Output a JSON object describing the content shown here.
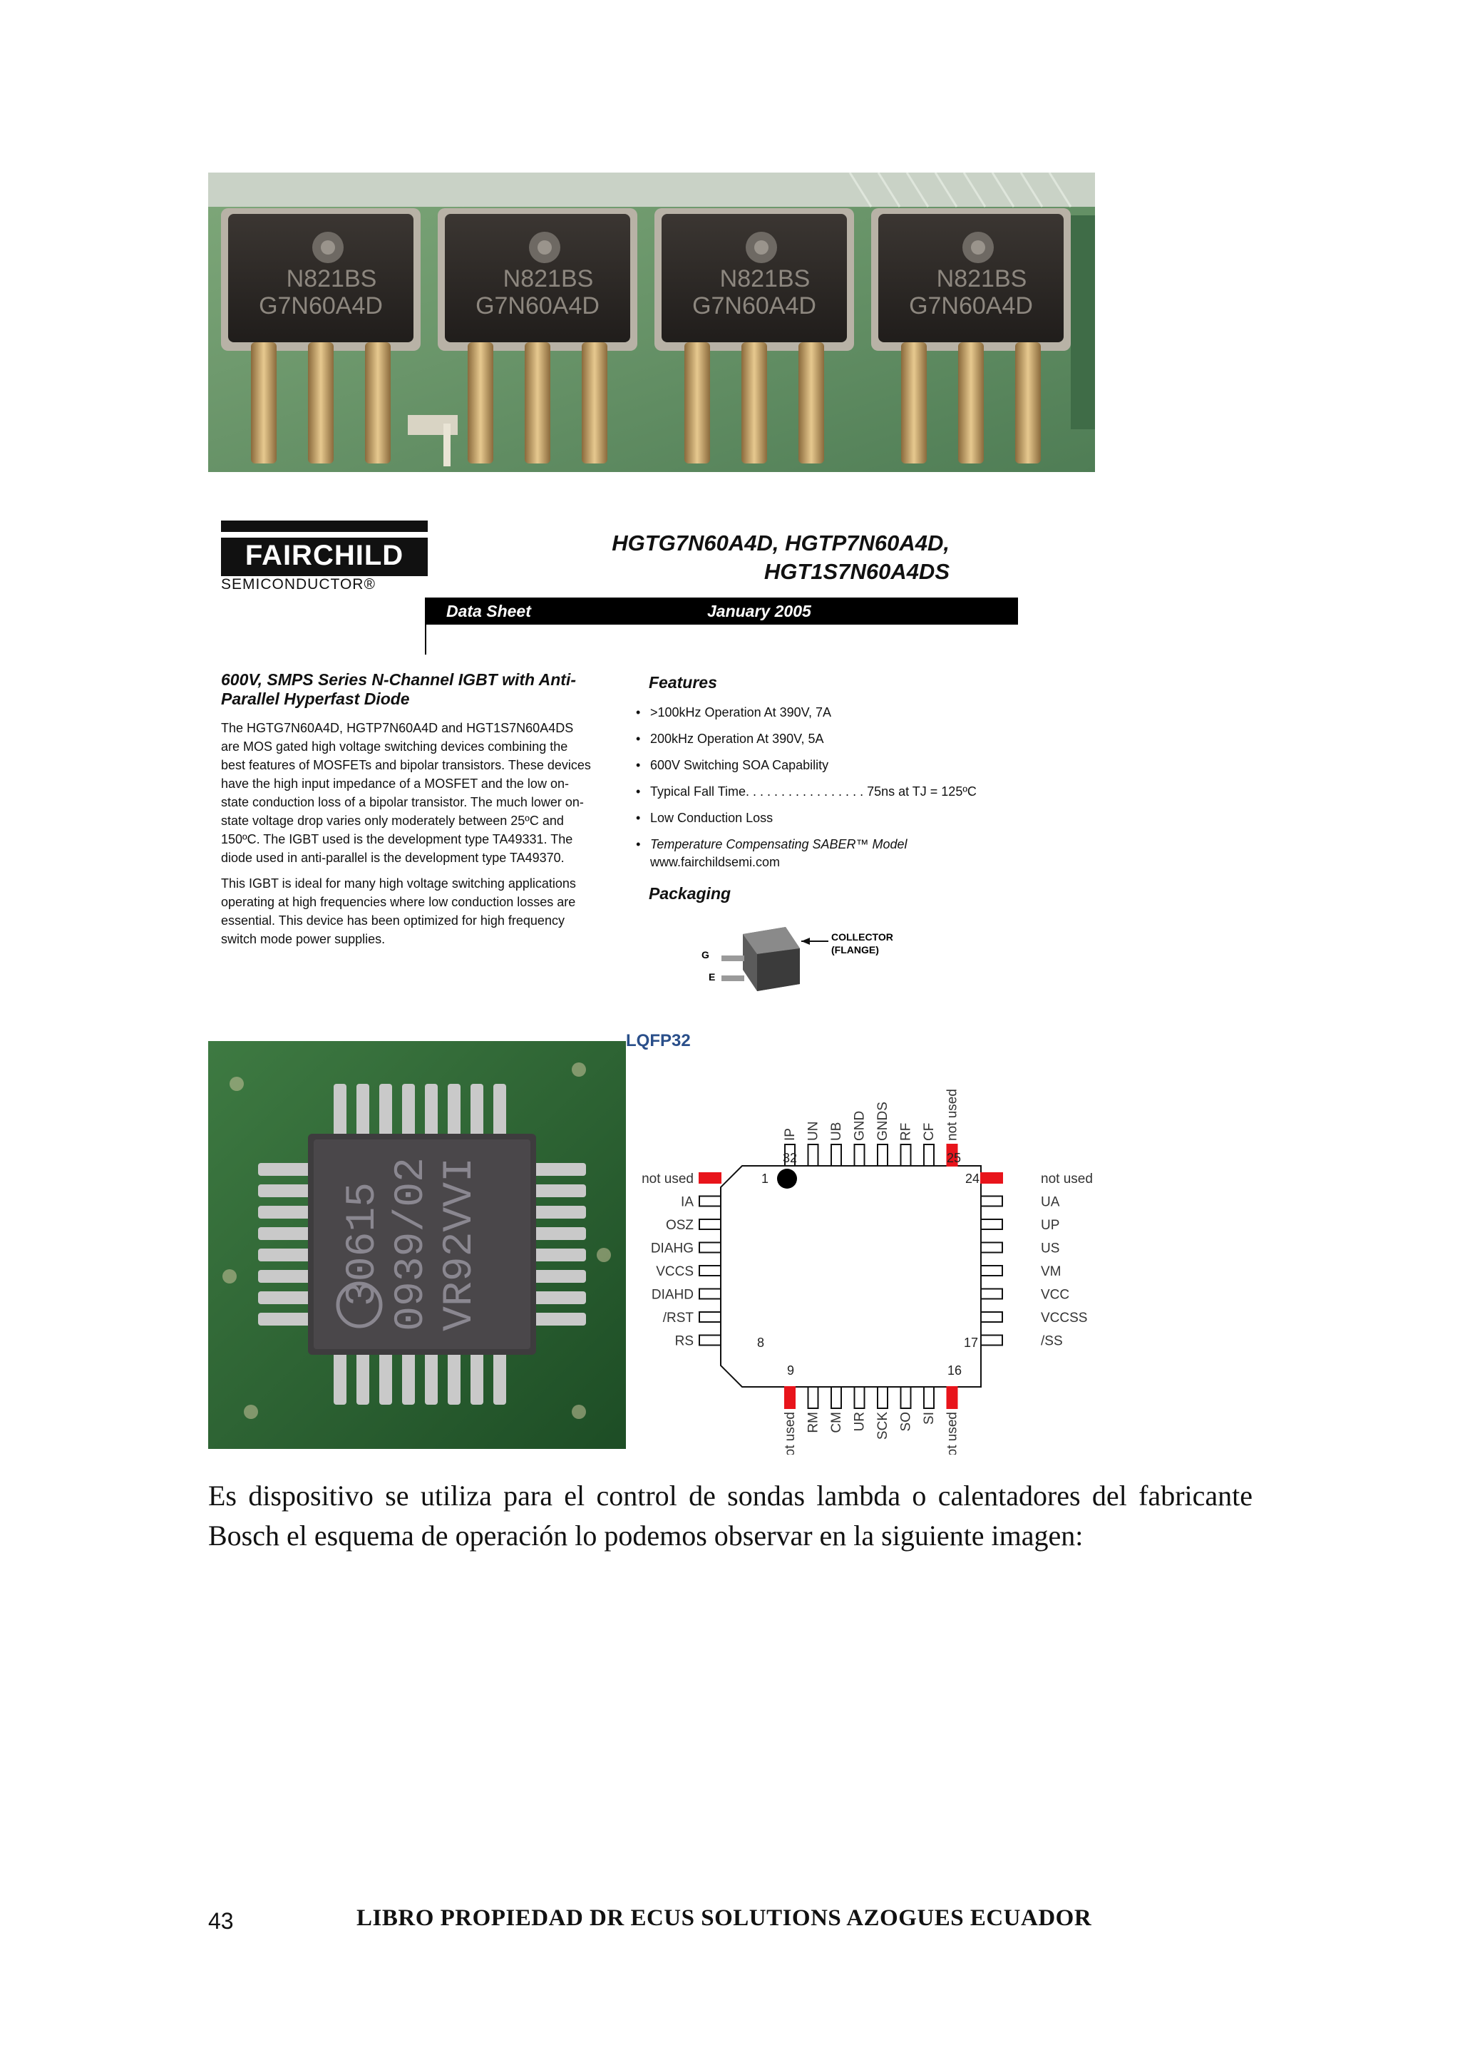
{
  "datasheet": {
    "logo_brand": "FAIRCHILD",
    "logo_sub": "SEMICONDUCTOR®",
    "title_line1": "HGTG7N60A4D, HGTP7N60A4D,",
    "title_line2": "HGT1S7N60A4DS",
    "band_left": "Data Sheet",
    "band_right": "January 2005",
    "heading": "600V, SMPS Series N-Channel IGBT with Anti-Parallel Hyperfast Diode",
    "desc1": "The HGTG7N60A4D, HGTP7N60A4D and HGT1S7N60A4DS are MOS gated high voltage switching devices combining the best features of MOSFETs and bipolar transistors. These devices have the high input impedance of a MOSFET and the low on-state conduction loss of a bipolar transistor. The much lower on-state voltage drop varies only moderately between 25ºC and 150ºC. The IGBT used is the development type TA49331. The diode used in anti-parallel is the development type TA49370.",
    "desc2": "This IGBT is ideal for many high voltage switching applications operating at high frequencies where low conduction losses are essential. This device has been optimized for high frequency switch mode power supplies.",
    "features_heading": "Features",
    "features": [
      ">100kHz Operation At 390V, 7A",
      "200kHz Operation At 390V, 5A",
      "600V Switching SOA Capability",
      "Typical Fall Time. . . . . . . . . . . . . . . . . 75ns at TJ = 125ºC",
      "Low Conduction Loss",
      "Temperature Compensating SABER™ Model",
      "www.fairchildsemi.com"
    ],
    "packaging_heading": "Packaging",
    "pkg_g": "G",
    "pkg_e": "E",
    "pkg_collector1": "COLLECTOR",
    "pkg_collector2": "(FLANGE)"
  },
  "photo1": {
    "chip_line1": "N821BS",
    "chip_line2": "G7N60A4D"
  },
  "photo2": {
    "chip_line1": "30615",
    "chip_line2": "0939/02",
    "chip_line3": "VR92VVI"
  },
  "pinout": {
    "package": "LQFP32",
    "top_pins": [
      "IP",
      "UN",
      "UB",
      "GND",
      "GNDS",
      "RF",
      "CF",
      "not used"
    ],
    "bottom_pins": [
      "not used",
      "RM",
      "CM",
      "UR",
      "SCK",
      "SO",
      "SI",
      "not used"
    ],
    "left_pins": [
      "not used",
      "IA",
      "OSZ",
      "DIAHG",
      "VCCS",
      "DIAHD",
      "/RST",
      "RS"
    ],
    "right_pins": [
      "not used",
      "UA",
      "UP",
      "US",
      "VM",
      "VCC",
      "VCCSS",
      "/SS"
    ],
    "num_1": "1",
    "num_32": "32",
    "num_25": "25",
    "num_24": "24",
    "num_8": "8",
    "num_9": "9",
    "num_16": "16",
    "num_17": "17",
    "highlight_color": "#e8141b"
  },
  "body": {
    "line1": "Es dispositivo se utiliza para el control de sondas lambda o calentadores del fabricante",
    "line2": "Bosch el esquema de operación lo podemos observar en la siguiente imagen:"
  },
  "footer": {
    "page_number": "43",
    "text": "LIBRO PROPIEDAD DR ECUS SOLUTIONS AZOGUES ECUADOR"
  }
}
